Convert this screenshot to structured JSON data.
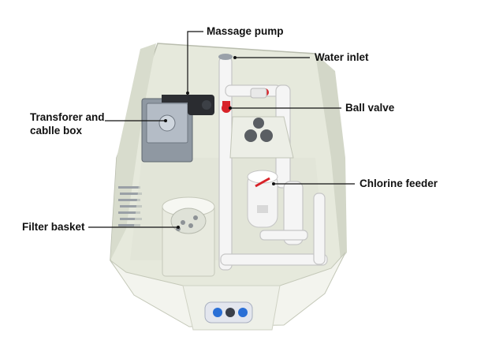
{
  "labels": {
    "massage_pump": "Massage pump",
    "water_inlet": "Water inlet",
    "ball_valve": "Ball valve",
    "transformer_line1": "Transforer and",
    "transformer_line2": "cablle box",
    "chlorine_feeder": "Chlorine feeder",
    "filter_basket": "Filter basket"
  },
  "colors": {
    "shell": "#e9ecdf",
    "shell_shadow": "#c9cdbd",
    "pipe": "#f4f4f4",
    "valve": "#d8232a",
    "box": "#9aa3ad",
    "accent_blue": "#2a6fd6"
  }
}
